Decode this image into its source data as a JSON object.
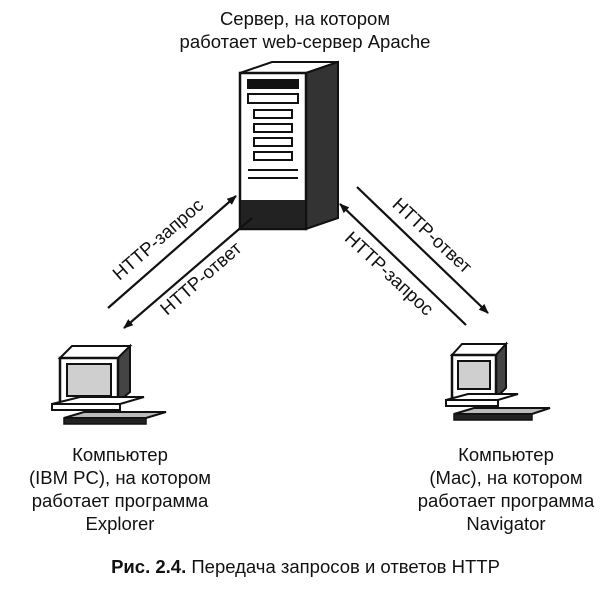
{
  "server": {
    "label_lines": [
      "Сервер, на котором",
      "работает web-сервер Apache"
    ],
    "icon": "server-tower-icon"
  },
  "left_client": {
    "label_lines": [
      "Компьютер",
      "(IBM PC), на котором",
      "работает программа",
      "Explorer"
    ],
    "icon": "desktop-computer-icon"
  },
  "right_client": {
    "label_lines": [
      "Компьютер",
      "(Mac), на котором",
      "работает программа",
      "Navigator"
    ],
    "icon": "desktop-computer-icon"
  },
  "arrows": {
    "left_request": "HTTP-запрос",
    "left_response": "HTTP-ответ",
    "right_response": "HTTP-ответ",
    "right_request": "HTTP-запрос"
  },
  "caption": {
    "number": "Рис. 2.4.",
    "text": " Передача запросов и ответов HTTP"
  }
}
